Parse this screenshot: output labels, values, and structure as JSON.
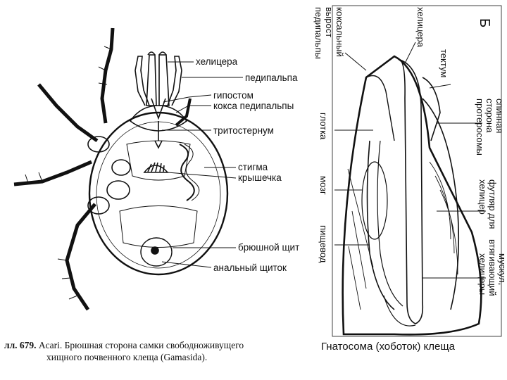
{
  "left_figure": {
    "labels": {
      "chelicera": "хелицера",
      "pedipalp": "педипальпа",
      "hypostome": "гипостом",
      "pedipalp_coxa": "кокса педипальпы",
      "tritosternum": "тритостернум",
      "stigma": "стигма",
      "lid": "крышечка",
      "ventral_shield": "брюшной щит",
      "anal_shield": "анальный щиток"
    },
    "caption": {
      "number": "лл. 679.",
      "line1": "Acari. Брюшная сторона самки свободноживущего",
      "line2": "хищного почвенного клеща (Gamasida)."
    }
  },
  "right_figure": {
    "letter": "Б",
    "labels": {
      "pedipalp_coxal_process_1": "коксальный",
      "pedipalp_coxal_process_2": "вырост",
      "pedipalp_coxal_process_3": "педипальпы",
      "chelicera": "хелицера",
      "tectum": "тектум",
      "protero_1": "спинная",
      "protero_2": "сторона",
      "protero_3": "протеросомы",
      "pharynx": "глотка",
      "brain": "мозг",
      "esophagus": "пищевод",
      "sheath_1": "футляр для",
      "sheath_2": "хелицер",
      "muscle_1": "мускул,",
      "muscle_2": "втягивающий",
      "muscle_3": "хелицеры"
    },
    "caption": "Гнатосома (хоботок) клеща"
  }
}
